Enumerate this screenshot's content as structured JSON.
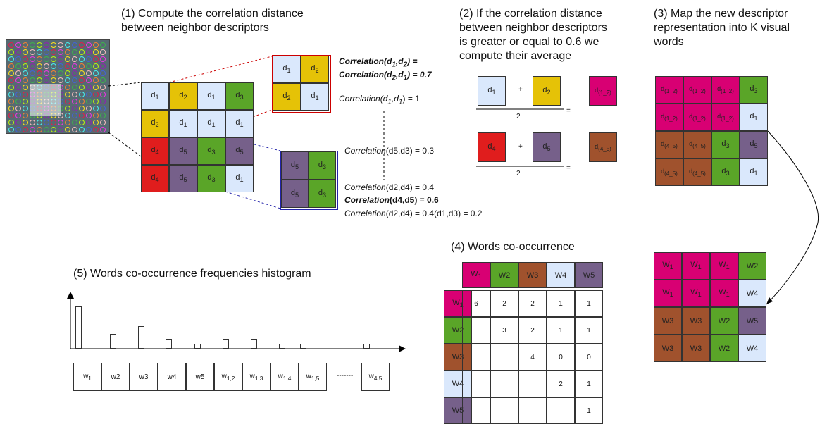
{
  "colors": {
    "light_blue": "#dae8fc",
    "yellow": "#e5c207",
    "green": "#5aa528",
    "red": "#e01d1d",
    "purple": "#76608a",
    "pink": "#d80073",
    "brown": "#a0522d"
  },
  "step1": {
    "title_line1": "(1) Compute the correlation distance",
    "title_line2": "between neighbor descriptors"
  },
  "step2": {
    "title_line1": "(2) If the correlation distance",
    "title_line2": "between neighbor descriptors",
    "title_line3": "is greater or equal to 0.6 we",
    "title_line4": "compute their average"
  },
  "step3": {
    "title_line1": "(3) Map the new descriptor",
    "title_line2": "representation into K visual",
    "title_line3": "words"
  },
  "step4": {
    "title": "(4) Words co-occurrence"
  },
  "step5": {
    "title": "(5) Words co-occurrence frequencies histogram"
  },
  "labels": {
    "d1": "d",
    "s1": "1",
    "s2": "2",
    "s3": "3",
    "s4": "4",
    "s5": "5",
    "d12": "d",
    "s12": "(1_2)",
    "s45": "(4_5)",
    "w": "w",
    "W": "W",
    "w2": "W2",
    "w3": "W3",
    "w4": "W4",
    "w5": "W5",
    "hist_w2": "w2",
    "hist_w3": "w3",
    "hist_w4": "w4",
    "hist_w5": "w5",
    "s_12": "1,2",
    "s_13": "1,3",
    "s_14": "1,4",
    "s_15": "1,5",
    "s_45": "4,5",
    "plus": "+",
    "two": "2",
    "equals": "=",
    "ellipsis": "-------"
  },
  "annotations": {
    "corr_bold_a": "Correlation(d",
    "corr_bold_a_mid": ",d",
    "corr_bold_a_end": ") =",
    "corr_bold_b_end": ") = 0.7",
    "corr_d1d1_end": ") = 1",
    "corr_word": "Correlation",
    "d5d3": "(d5,d3) = 0.3",
    "d2d4": "(d2,d4) = 0.4",
    "d4d5_bold": "(d4,d5) = 0.6",
    "last_part1": "(d2,d4) = 0.4(d1,d3) = 0.2"
  },
  "cooccurrence": {
    "headers": [
      "W1",
      "W2",
      "W3",
      "W4",
      "W5"
    ],
    "rows": [
      [
        "6",
        "2",
        "2",
        "1",
        "1"
      ],
      [
        "",
        "3",
        "2",
        "1",
        "1"
      ],
      [
        "",
        "",
        "4",
        "0",
        "0"
      ],
      [
        "",
        "",
        "",
        "2",
        "1"
      ],
      [
        "",
        "",
        "",
        "",
        "1"
      ]
    ]
  },
  "histogram": {
    "values": [
      0.85,
      0.3,
      0.45,
      0.2,
      0.1,
      0.2,
      0.2,
      0.1,
      0.1,
      0.1
    ]
  }
}
